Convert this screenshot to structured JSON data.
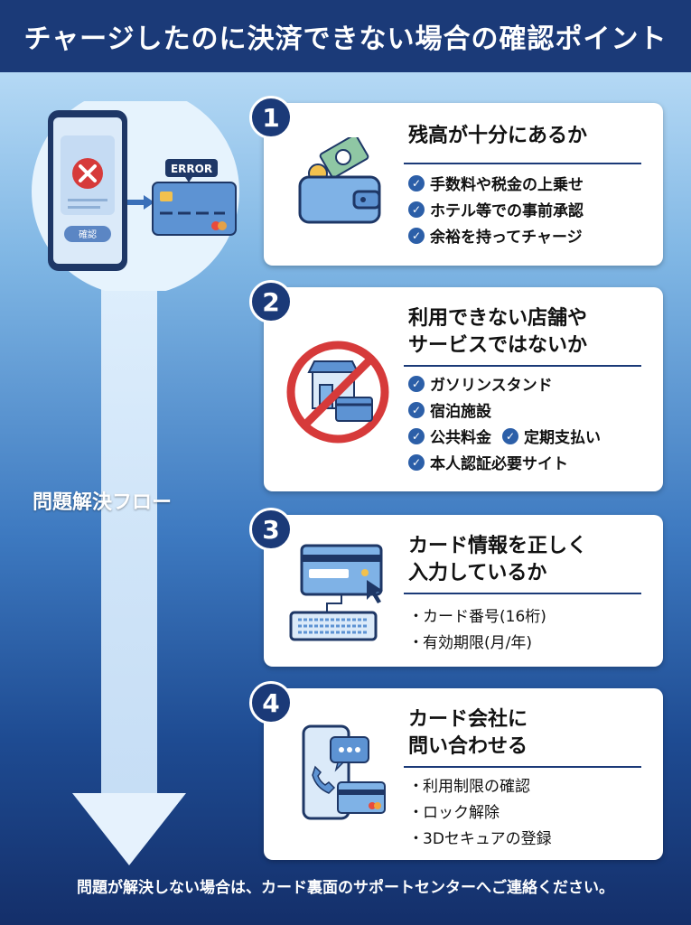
{
  "title": "チャージしたのに決済できない場合の確認ポイント",
  "hero": {
    "error_label": "ERROR",
    "confirm_button": "確認"
  },
  "flow_label": "問題解決フロー",
  "points": [
    {
      "number": "1",
      "title": "残高が十分にあるか",
      "items": [
        "手数料や税金の上乗せ",
        "ホテル等での事前承認",
        "余裕を持ってチャージ"
      ]
    },
    {
      "number": "2",
      "title": "利用できない店舗や\nサービスではないか",
      "items": [
        "ガソリンスタンド",
        "宿泊施設",
        "公共料金",
        "定期支払い",
        "本人認証必要サイト"
      ]
    },
    {
      "number": "3",
      "title": "カード情報を正しく\n入力しているか",
      "items": [
        "カード番号(16桁)",
        "有効期限(月/年)"
      ]
    },
    {
      "number": "4",
      "title": "カード会社に\n問い合わせる",
      "items": [
        "利用制限の確認",
        "ロック解除",
        "3Dセキュアの登録"
      ]
    }
  ],
  "footer": "問題が解決しない場合は、カード裏面のサポートセンターへご連絡ください。",
  "colors": {
    "navy": "#1b3a78",
    "accent": "#2c5fa8",
    "error": "#d63a3a"
  }
}
